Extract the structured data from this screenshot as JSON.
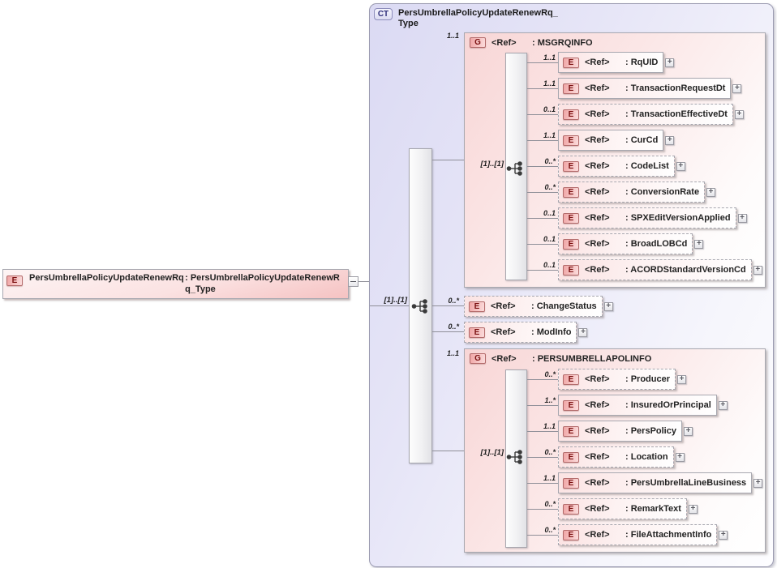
{
  "colors": {
    "container_fill": "#dbdaf3",
    "group_fill": "#f8d6d6",
    "element_fill": "#fbe3e3",
    "badge_red_text": "#7a1010",
    "badge_blue_text": "#2e2e7a",
    "border_gray": "#a8a8b0",
    "line_gray": "#8f8f98"
  },
  "shared": {
    "ref_label": "<Ref>",
    "expand_glyph": "+"
  },
  "root_element": {
    "badge": "E",
    "name": "PersUmbrellaPolicyUpdateRenewRq",
    "type_suffix": ": PersUmbrellaPolicyUpdateRenewRq_Type"
  },
  "complex_type": {
    "badge": "CT",
    "title": "PersUmbrellaPolicyUpdateRenewRq_Type",
    "sequence_cardinality": "[1]..[1]",
    "msgrqinfo": {
      "badge": "G",
      "cardinality": "1..1",
      "title": ": MSGRQINFO",
      "sequence_cardinality": "[1]..[1]",
      "children": [
        {
          "badge": "E",
          "cardinality": "1..1",
          "title": ": RqUID"
        },
        {
          "badge": "E",
          "cardinality": "1..1",
          "title": ": TransactionRequestDt"
        },
        {
          "badge": "E",
          "cardinality": "0..1",
          "title": ": TransactionEffectiveDt"
        },
        {
          "badge": "E",
          "cardinality": "1..1",
          "title": ": CurCd"
        },
        {
          "badge": "E",
          "cardinality": "0..*",
          "title": ": CodeList"
        },
        {
          "badge": "E",
          "cardinality": "0..*",
          "title": ": ConversionRate"
        },
        {
          "badge": "E",
          "cardinality": "0..1",
          "title": ": SPXEditVersionApplied"
        },
        {
          "badge": "E",
          "cardinality": "0..1",
          "title": ": BroadLOBCd"
        },
        {
          "badge": "E",
          "cardinality": "0..1",
          "title": ": ACORDStandardVersionCd"
        }
      ]
    },
    "loose_elements": [
      {
        "badge": "E",
        "cardinality": "0..*",
        "title": ": ChangeStatus"
      },
      {
        "badge": "E",
        "cardinality": "0..*",
        "title": ": ModInfo"
      }
    ],
    "persumbrellapolinfo": {
      "badge": "G",
      "cardinality": "1..1",
      "title": ": PERSUMBRELLAPOLINFO",
      "sequence_cardinality": "[1]..[1]",
      "children": [
        {
          "badge": "E",
          "cardinality": "0..*",
          "title": ": Producer"
        },
        {
          "badge": "E",
          "cardinality": "1..*",
          "title": ": InsuredOrPrincipal"
        },
        {
          "badge": "E",
          "cardinality": "1..1",
          "title": ": PersPolicy"
        },
        {
          "badge": "E",
          "cardinality": "0..*",
          "title": ": Location"
        },
        {
          "badge": "E",
          "cardinality": "1..1",
          "title": ": PersUmbrellaLineBusiness"
        },
        {
          "badge": "E",
          "cardinality": "0..*",
          "title": ": RemarkText"
        },
        {
          "badge": "E",
          "cardinality": "0..*",
          "title": ": FileAttachmentInfo"
        }
      ]
    }
  }
}
